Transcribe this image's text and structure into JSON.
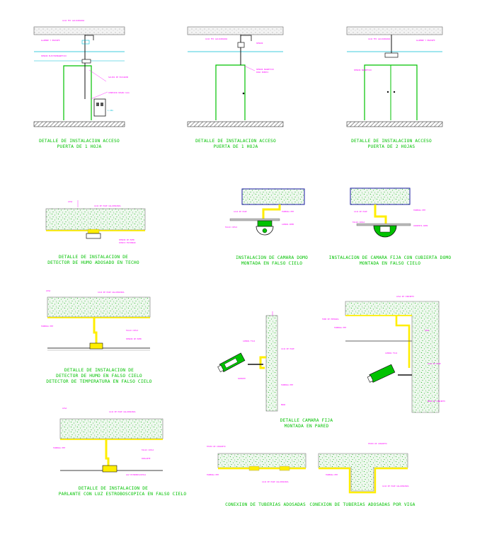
{
  "captions": {
    "d1_l1": "DETALLE DE INSTALACION ACCESO",
    "d1_l2": "PUERTA DE 1 HOJA",
    "d2_l1": "DETALLE DE INSTALACION ACCESO",
    "d2_l2": "PUERTA DE 1 HOJA",
    "d3_l1": "DETALLE DE INSTALACION ACCESO",
    "d3_l2": "PUERTA DE 2 HOJAS",
    "d4_l1": "DETALLE DE INSTALACION DE",
    "d4_l2": "DETECTOR DE HUMO ADOSADO EN TECHO",
    "d5_l1": "INSTALACION DE CAMARA DOMO",
    "d5_l2": "MONTADA EN FALSO CIELO",
    "d6_l1": "INSTALACION DE CAMARA FIJA CON CUBIERTA DOMO",
    "d6_l2": "MONTADA EN FALSO CIELO",
    "d7_l1": "DETALLE DE INSTALACION DE",
    "d7_l2": "DETECTOR DE HUMO EN FALSO CIELO",
    "d7_l3": "DETECTOR DE TEMPERATURA EN FALSO CIELO",
    "d8_l1": "DETALLE CAMARA FIJA",
    "d8_l2": "MONTADA EN PARED",
    "d9_l1": "DETALLE DE INSTALACION DE",
    "d9_l2": "PARLANTE CON LUZ ESTROBOSCOPICA EN FALSO CIELO",
    "d10_l1": "CONEXION DE TUBERIAS ADOSADAS",
    "d11_l1": "CONEXION DE TUBERIAS ADOSADAS POR VIGA"
  },
  "colors": {
    "caption": "#00c200",
    "slab_fill": "#e8f7e8",
    "slab_dots": "#00b000",
    "outline": "#666666",
    "conduit": "#ffee00",
    "annotation": "#ff00ff",
    "dimension": "#00bcd4",
    "door": "#00c200",
    "slab_blue": "#1a1aa0"
  }
}
